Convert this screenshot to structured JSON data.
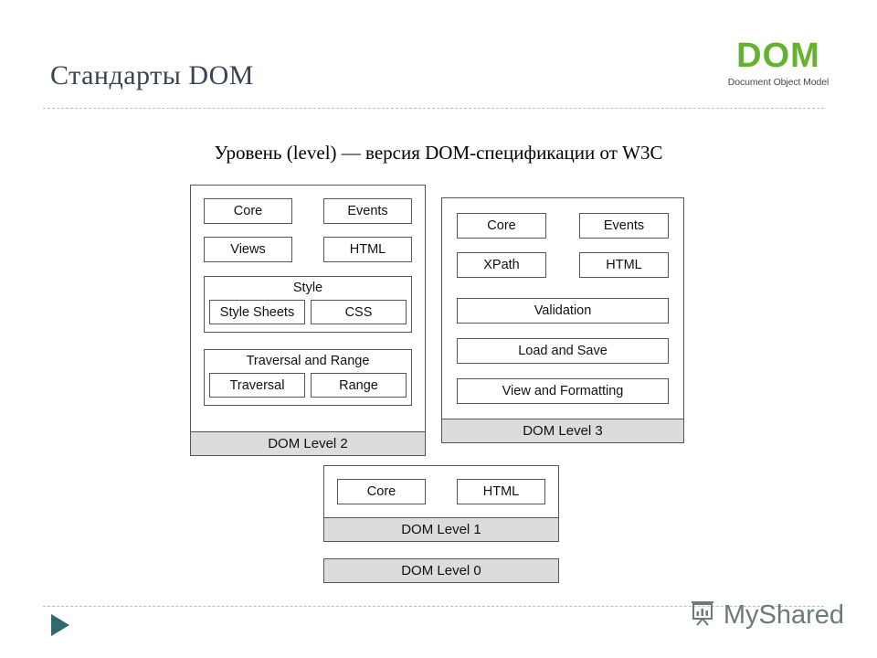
{
  "header": {
    "title": "Стандарты DOM",
    "logo": {
      "word": "DOM",
      "subtitle": "Document Object Model",
      "color": "#63b32e"
    }
  },
  "subtitle": "Уровень (level) — версия DOM-спецификации от W3C",
  "diagram": {
    "level2": {
      "bar_label": "DOM Level 2",
      "modules": [
        "Core",
        "Events",
        "Views",
        "HTML"
      ],
      "groups": [
        {
          "title": "Style",
          "items": [
            "Style Sheets",
            "CSS"
          ]
        },
        {
          "title": "Traversal and Range",
          "items": [
            "Traversal",
            "Range"
          ]
        }
      ]
    },
    "level3": {
      "bar_label": "DOM Level 3",
      "modules": [
        "Core",
        "Events",
        "XPath",
        "HTML"
      ],
      "wide_modules": [
        "Validation",
        "Load and Save",
        "View and Formatting"
      ]
    },
    "level1": {
      "bar_label": "DOM Level 1",
      "modules": [
        "Core",
        "HTML"
      ]
    },
    "level0": {
      "bar_label": "DOM Level 0"
    }
  },
  "footer": {
    "watermark_text": "MyShared",
    "nav_icon": "next-triangle-icon",
    "watermark_icon": "presentation-easel-icon"
  },
  "colors": {
    "title": "#3a4351",
    "divider": "#a9c3d4",
    "bar_fill": "#dcdcdc",
    "box_border": "#555555",
    "accent_green": "#63b32e",
    "nav_arrow": "#32696b"
  }
}
